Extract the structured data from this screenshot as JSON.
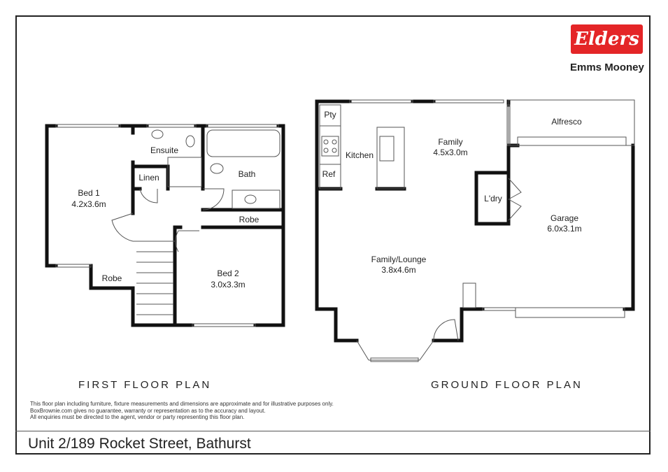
{
  "title": "Unit 2/189 Rocket Street, Bathurst",
  "brand": {
    "logo_text": "Elders",
    "office": "Emms Mooney",
    "color": "#e42527"
  },
  "first_floor": {
    "label": "FIRST FLOOR PLAN",
    "rooms": {
      "bed1": {
        "name": "Bed 1",
        "size": "4.2x3.6m"
      },
      "ensuite": {
        "name": "Ensuite"
      },
      "linen": {
        "name": "Linen"
      },
      "bath": {
        "name": "Bath"
      },
      "robe1": {
        "name": "Robe"
      },
      "robe2": {
        "name": "Robe"
      },
      "bed2": {
        "name": "Bed 2",
        "size": "3.0x3.3m"
      }
    }
  },
  "ground_floor": {
    "label": "GROUND FLOOR PLAN",
    "rooms": {
      "pty": {
        "name": "Pty"
      },
      "kitchen": {
        "name": "Kitchen"
      },
      "ref": {
        "name": "Ref"
      },
      "family": {
        "name": "Family",
        "size": "4.5x3.0m"
      },
      "alfresco": {
        "name": "Alfresco"
      },
      "laundry": {
        "name": "L'dry"
      },
      "garage": {
        "name": "Garage",
        "size": "6.0x3.1m"
      },
      "lounge": {
        "name": "Family/Lounge",
        "size": "3.8x4.6m"
      }
    }
  },
  "disclaimer": [
    "This floor plan including furniture, fixture measurements and dimensions are approximate and for illustrative purposes only.",
    "BoxBrownie.com gives no guarantee, warranty or representation as to the accuracy and layout.",
    "All enquiries must be directed to the agent, vendor or party representing this floor plan."
  ]
}
